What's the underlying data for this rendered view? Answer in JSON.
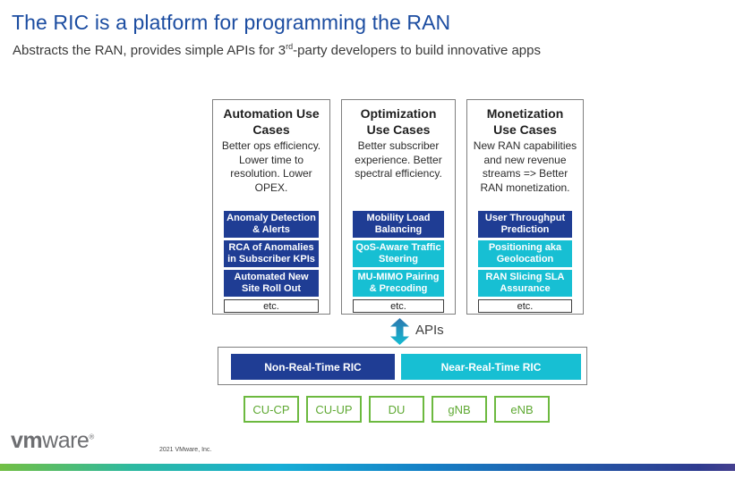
{
  "slide": {
    "title": "The RIC is a platform for programming the RAN",
    "subtitle_pre": "Abstracts the RAN, provides simple APIs for 3",
    "subtitle_sup": "rd",
    "subtitle_post": "-party developers to build innovative apps"
  },
  "colors": {
    "title_blue": "#1C4DA1",
    "navy_box": "#1F3D94",
    "cyan_box": "#17BFD3",
    "ran_green": "#6CB93F",
    "border_gray": "#7F7F7F"
  },
  "columns": [
    {
      "title": "Automation Use Cases",
      "description": "Better ops efficiency. Lower time to resolution. Lower OPEX.",
      "items": [
        {
          "label": "Anomaly Detection & Alerts"
        },
        {
          "label": "RCA of Anomalies in Subscriber KPIs"
        },
        {
          "label": "Automated New Site Roll Out"
        }
      ],
      "etc_label": "etc."
    },
    {
      "title": "Optimization Use Cases",
      "description": "Better subscriber experience. Better spectral efficiency.",
      "items": [
        {
          "label": "Mobility Load Balancing"
        },
        {
          "label": "QoS-Aware Traffic Steering"
        },
        {
          "label": "MU-MIMO Pairing & Precoding"
        }
      ],
      "etc_label": "etc."
    },
    {
      "title": "Monetization Use Cases",
      "description": "New RAN capabilities and new revenue streams => Better RAN monetization.",
      "items": [
        {
          "label": "User Throughput Prediction"
        },
        {
          "label": "Positioning aka Geolocation"
        },
        {
          "label": "RAN Slicing SLA Assurance"
        }
      ],
      "etc_label": "etc."
    }
  ],
  "apis_label": "APIs",
  "ric": {
    "non_rt_label": "Non-Real-Time RIC",
    "near_rt_label": "Near-Real-Time RIC"
  },
  "ran_nodes": [
    "CU-CP",
    "CU-UP",
    "DU",
    "gNB",
    "eNB"
  ],
  "footer": {
    "logo_vm": "vm",
    "logo_ware": "ware",
    "logo_reg": "®",
    "copyright": "2021 VMware, Inc."
  }
}
